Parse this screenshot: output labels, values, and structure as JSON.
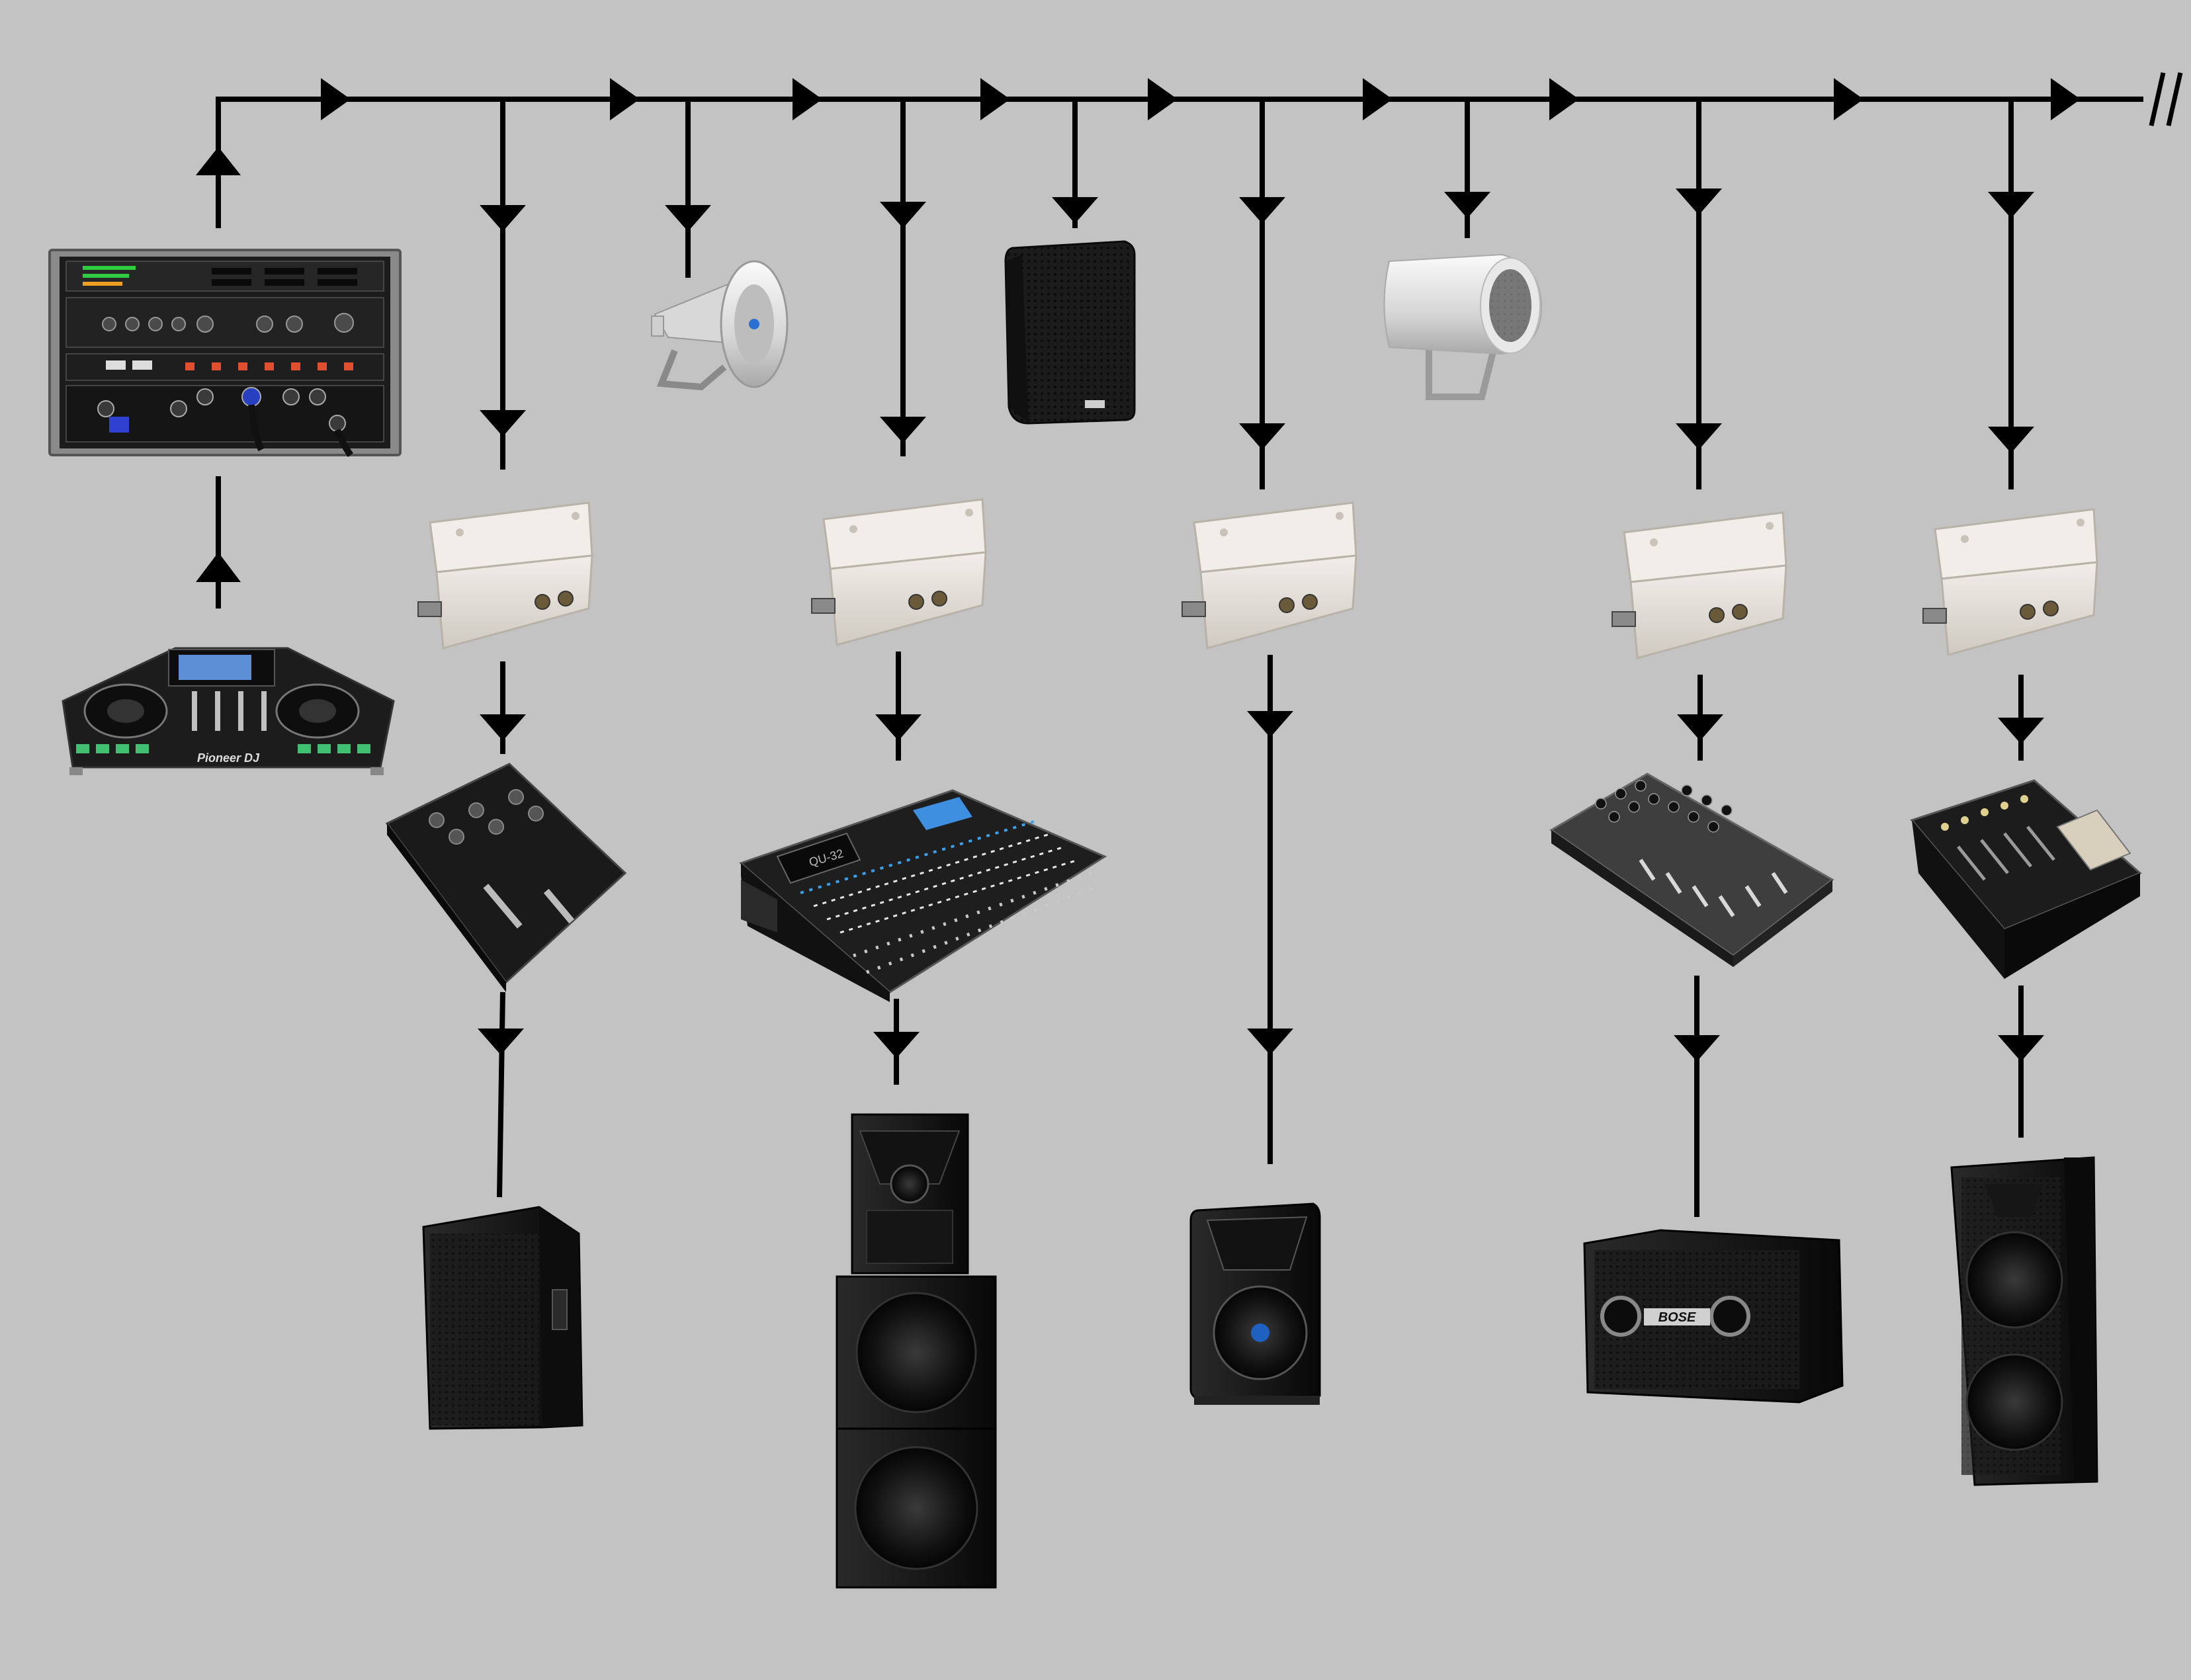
{
  "colors": {
    "background": "#c3c3c3",
    "line": "#000000",
    "junction_box": "#e3dfd8",
    "speaker_dark": "#1b1b1b",
    "speaker_light": "#dcdcdc"
  },
  "brand_labels": {
    "controller": "Pioneer DJ",
    "console": "QU-32",
    "monitor": "BOSE"
  },
  "components": [
    {
      "id": "rack-unit",
      "icon": "rack-amplifier-icon"
    },
    {
      "id": "dj-controller",
      "icon": "dj-controller-icon"
    },
    {
      "id": "junction-box",
      "icon": "junction-box-icon",
      "count": 5
    },
    {
      "id": "two-channel-mixer",
      "icon": "dj-mixer-icon"
    },
    {
      "id": "digital-console",
      "icon": "digital-mixing-console-icon"
    },
    {
      "id": "compact-mixer",
      "icon": "compact-mixer-icon"
    },
    {
      "id": "club-mixer",
      "icon": "four-channel-dj-mixer-icon"
    },
    {
      "id": "horn-speaker",
      "icon": "horn-speaker-icon"
    },
    {
      "id": "wall-speaker",
      "icon": "wall-speaker-icon"
    },
    {
      "id": "projector-speaker",
      "icon": "projector-speaker-icon"
    },
    {
      "id": "pa-speakers",
      "icon": "pa-speaker-icon"
    }
  ]
}
